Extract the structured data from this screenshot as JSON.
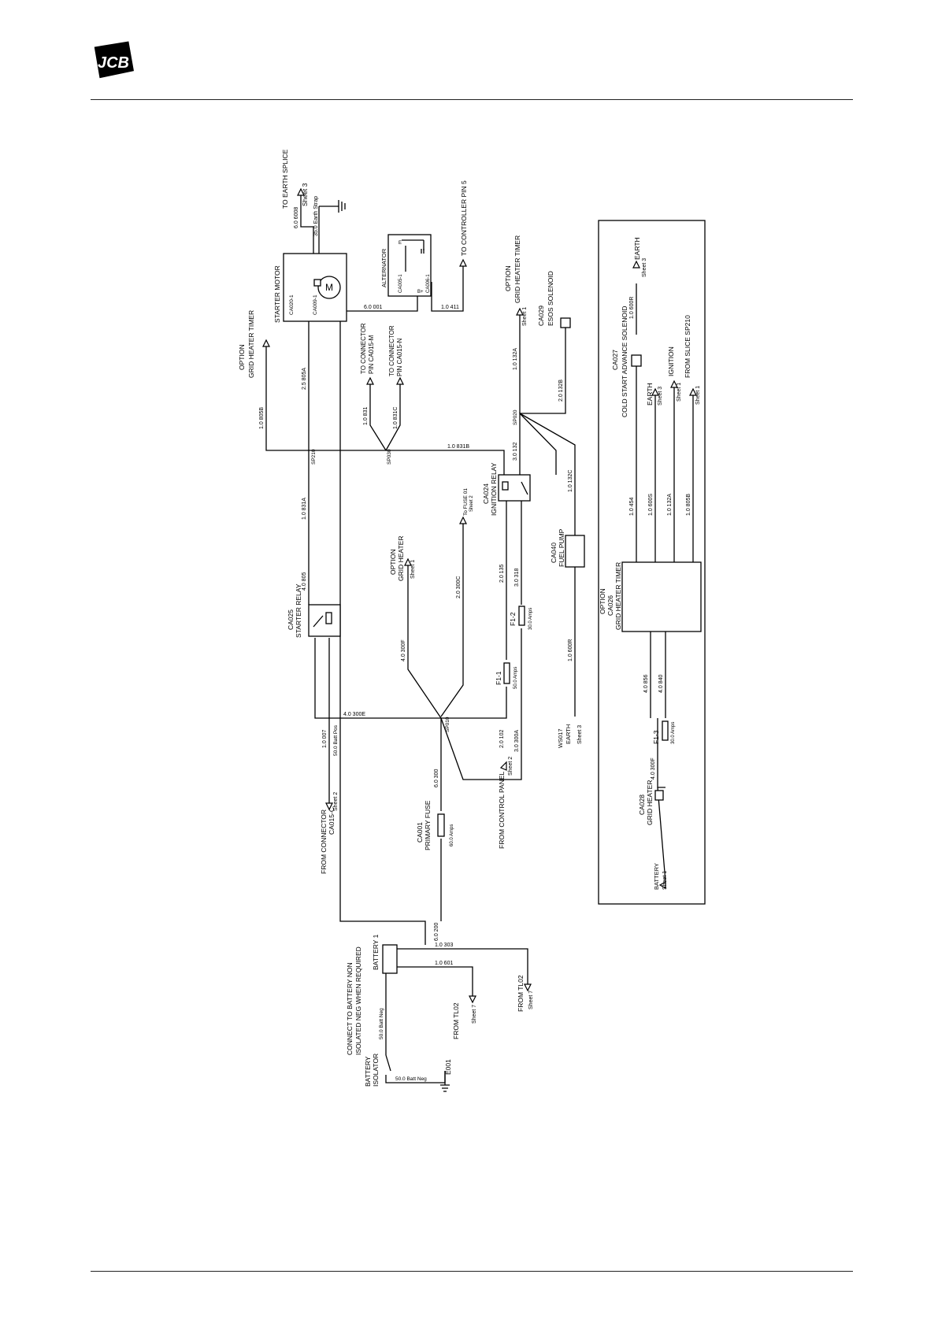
{
  "brand": {
    "logo_text": "JCB"
  },
  "schematic": {
    "labels": {
      "to_earth_splice": "TO EARTH SPLICE",
      "sheet_3_a": "Sheet 3",
      "w_6_0_6008": "6.0 6008",
      "w_35_earth_strap": "35.0 Earth Strap",
      "starter_motor": "STARTER MOTOR",
      "motor_symbol": "M",
      "ca020_1": "CA020-1",
      "ca009_1": "CA009-1",
      "alternator": "ALTERNATOR",
      "alt_e": "E",
      "alt_b_plus": "B+",
      "ca005_1": "CA005-1",
      "ca006_1": "CA006-1",
      "w_6_0_001": "6.0 001",
      "w_1_0_411": "1.0 411",
      "to_controller_pin5": "TO CONTROLLER PIN 5",
      "option_a": "OPTION",
      "grid_heater_timer_a": "GRID HEATER TIMER",
      "sheet_1_a": "Sheet 1",
      "ca029": "CA029",
      "esos_solenoid": "ESOS SOLENOID",
      "earth_top": "EARTH",
      "sheet_3_b": "Sheet 3",
      "w_1_0_600r": "1.0 600R",
      "ca027": "CA027",
      "cold_start_solenoid": "COLD START ADVANCE SOLENOID",
      "earth_b": "EARTH",
      "sheet_3_c": "Sheet 3",
      "ignition": "IGNITION",
      "sheet_1_b": "Sheet 1",
      "from_slice": "FROM SLICE SP210",
      "sheet_1_c": "Sheet 1",
      "option_b": "OPTION",
      "grid_heater_timer_b": "GRID HEATER TIMER",
      "w_1_0_805b": "1.0 805B",
      "w_2_5_805a": "2.5 805A",
      "sp210": "SP210",
      "to_conn_m_1": "TO CONNECTOR",
      "to_conn_m_2": "PIN CA015-M",
      "to_conn_n_1": "TO CONNECTOR",
      "to_conn_n_2": "PIN CA015-N",
      "w_1_0_831": "1.0 831",
      "w_1_0_831c": "1.0 831C",
      "sp030": "SP030",
      "w_1_0_831b": "1.0 831B",
      "w_1_0_132a": "1.0 132A",
      "w_2_0_132b": "2.0 132B",
      "sp020": "SP020",
      "w_3_0_132": "3.0 132",
      "w_1_0_132c": "1.0 132C",
      "w_1_0_831a": "1.0 831A",
      "ca024": "CA024",
      "ignition_relay": "IGNITION RELAY",
      "to_fuse_01": "To FUSE 01",
      "sheet_2_a": "Sheet 2",
      "option_c": "OPTION",
      "grid_heater_c": "GRID HEATER",
      "sheet_1_d": "Sheet 1",
      "w_4_0_805": "4.0 805",
      "w_2_0_300c": "2.0 300C",
      "w_2_0_135": "2.0 135",
      "w_3_0_318": "3.0 318",
      "ca040": "CA040",
      "fuel_pump": "FUEL PUMP",
      "w_1_0_454": "1.0 454",
      "w_1_0_600s": "1.0 600S",
      "w_1_0_132a_b": "1.0 132A",
      "w_1_0_805b_b": "1.0 805B",
      "option_d": "OPTION",
      "ca026": "CA026",
      "grid_heater_timer_d": "GRID HEATER TIMER",
      "ca025": "CA025",
      "starter_relay": "STARTER RELAY",
      "w_4_0_300f": "4.0 300F",
      "f1_2": "F1-2",
      "f1_2_amps": "30.0 Amps",
      "f1_1": "F1-1",
      "f1_1_amps": "50.0 Amps",
      "w_1_0_600r_b": "1.0 600R",
      "w_4_0_856": "4.0 856",
      "w_4_0_840": "4.0 840",
      "w_4_0_300e": "4.0 300E",
      "sp010": "SP010",
      "w_2_0_102": "2.0 102",
      "w_3_0_300a": "3.0 300A",
      "ws017": "WS017",
      "earth_c": "EARTH",
      "sheet_3_d": "Sheet 3",
      "f1_3": "F1-3",
      "f1_3_amps": "30.0 Amps",
      "w_4_0_300f_b": "4.0 300F",
      "w_1_0_007": "1.0 007",
      "w_50_batt_pos": "50.0 Batt Pos",
      "from_control_panel": "FROM CONTROL PANEL",
      "sheet_2_b": "Sheet 2",
      "w_6_0_300": "6.0 300",
      "ca001": "CA001",
      "primary_fuse": "PRIMARY FUSE",
      "primary_fuse_amps": "60.0 Amps",
      "from_connector_1": "FROM CONNECTOR",
      "from_connector_2": "CA015-C",
      "sheet_2_c": "Sheet 2",
      "ca028": "CA028",
      "grid_heater_e": "GRID HEATER",
      "battery_e": "BATTERY",
      "sheet_1_e": "Sheet 1",
      "w_6_0_200": "6.0 200",
      "w_1_0_303": "1.0 303",
      "w_1_0_601": "1.0 601",
      "battery_1": "BATTERY 1",
      "connect_note_1": "CONNECT TO BATTERY NON",
      "connect_note_2": "ISOLATED NEG WHEN REQUIRED",
      "w_50_batt_neg_a": "50.0 Batt Neg",
      "w_50_batt_neg_b": "50.0 Batt Neg",
      "battery_isolator_1": "BATTERY",
      "battery_isolator_2": "ISOLATOR",
      "e001": "E001",
      "from_tl02_a": "FROM TL02",
      "sheet_7_a": "Sheet 7",
      "from_tl02_b": "FROM TL02",
      "sheet_7_b": "Sheet 7"
    }
  }
}
